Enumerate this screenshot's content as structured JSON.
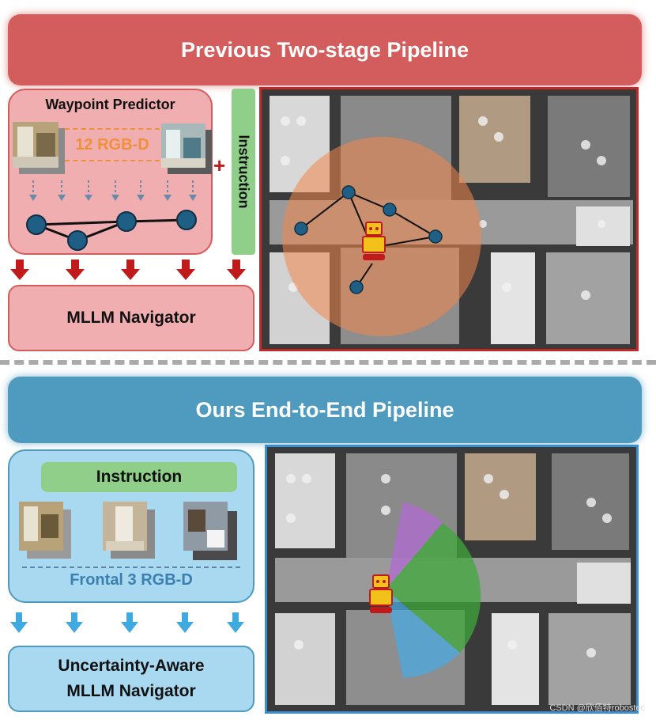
{
  "top": {
    "title": "Previous Two-stage Pipeline",
    "waypoint_title": "Waypoint Predictor",
    "rgbd_label": "12 RGB-D",
    "instruction": "Instruction",
    "plus": "+",
    "navigator": "MLLM Navigator"
  },
  "bottom": {
    "title": "Ours End-to-End Pipeline",
    "instruction": "Instruction",
    "rgbd_label": "Frontal 3 RGB-D",
    "navigator_line1": "Uncertainty-Aware",
    "navigator_line2": "MLLM Navigator"
  },
  "watermark": "CSDN @欣佰特robostec",
  "colors": {
    "red_banner": "#d35d5c",
    "red_panel": "#f0aeb0",
    "blue_banner": "#4f9bbf",
    "blue_panel": "#a9d9f0",
    "instruction_green": "#8fcf8a",
    "rgbd_orange": "#f0903a",
    "rgbd_blue": "#3a7fb0",
    "node_blue": "#1f5f86",
    "arrow_red": "#c01a1a",
    "arrow_blue": "#3fa9e0"
  },
  "icons": [
    "robot-icon",
    "waypoint-node-icon",
    "down-arrow-icon",
    "plus-icon"
  ]
}
